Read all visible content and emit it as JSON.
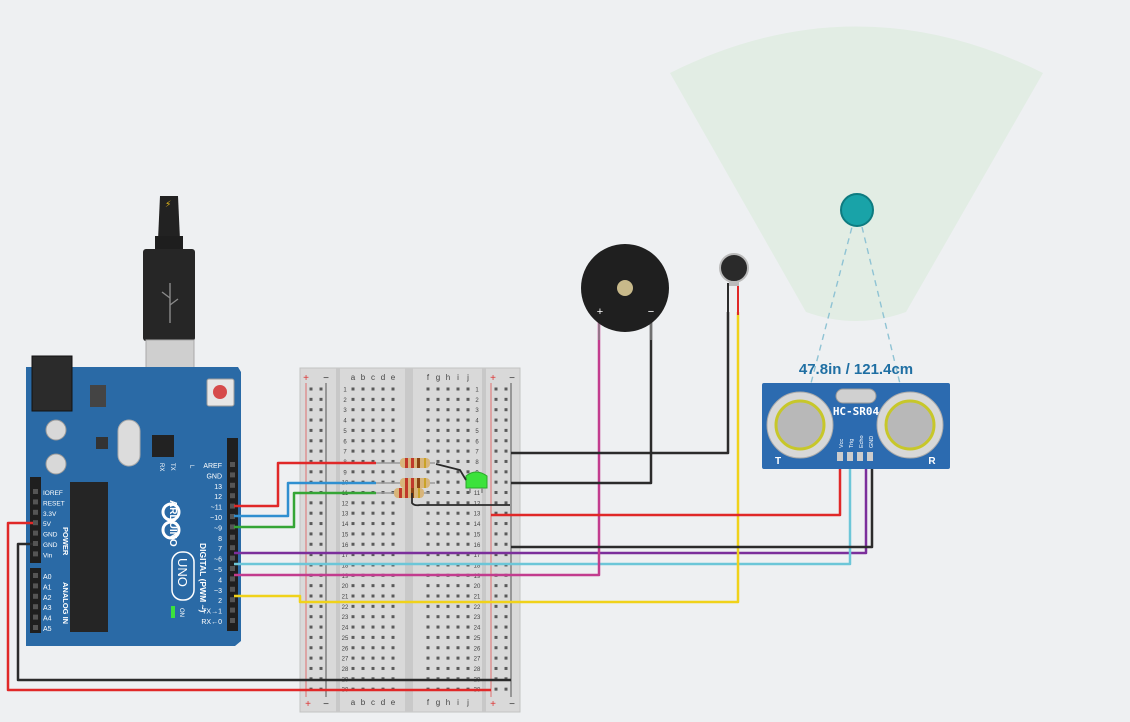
{
  "distance_readout": "47.8in / 121.4cm",
  "sensor": {
    "model": "HC-SR04",
    "pins": [
      "Vcc",
      "Trig",
      "Echo",
      "GND"
    ],
    "left_label": "T",
    "right_label": "R"
  },
  "arduino": {
    "brand": "ARDUINO",
    "model": "UNO",
    "digital_label": "DIGITAL (PWM ~)",
    "power_label": "POWER",
    "analog_label": "ANALOG IN",
    "on_label": "ON",
    "tx_label": "TX",
    "rx_label": "RX",
    "l_label": "L",
    "digital_pins": [
      "AREF",
      "GND",
      "13",
      "12",
      "~11",
      "~10",
      "~9",
      "8",
      "7",
      "~6",
      "~5",
      "4",
      "~3",
      "2",
      "TX→1",
      "RX←0"
    ],
    "power_pins": [
      "IOREF",
      "RESET",
      "3.3V",
      "5V",
      "GND",
      "GND",
      "Vin"
    ],
    "analog_pins": [
      "A0",
      "A1",
      "A2",
      "A3",
      "A4",
      "A5"
    ]
  },
  "breadboard": {
    "cols_left": [
      "a",
      "b",
      "c",
      "d",
      "e"
    ],
    "cols_right": [
      "f",
      "g",
      "h",
      "i",
      "j"
    ],
    "plus": "+",
    "minus": "−",
    "rows": 30
  },
  "buzzer": {
    "plus": "+",
    "minus": "−"
  },
  "colors": {
    "board": "#2a6aa6",
    "red": "#e02828",
    "black": "#2b2b2b",
    "blue": "#2f8fd0",
    "green": "#35a535",
    "purple": "#7b2f9b",
    "cyan": "#6cc6d8",
    "magenta": "#c23c8e",
    "yellow": "#f0d21a",
    "led": "#3be23b",
    "sensor": "#2c6bb0"
  }
}
